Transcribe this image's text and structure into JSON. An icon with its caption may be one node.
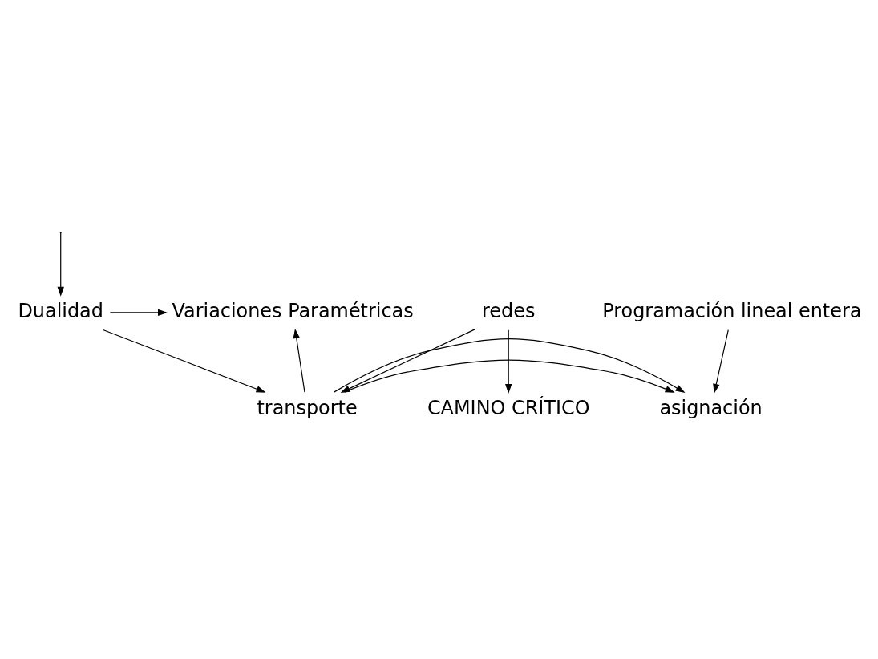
{
  "diagram": {
    "nodes": [
      {
        "text": [
          "Dualidad"
        ]
      },
      {
        "text": [
          "Variaciones Paramétricas"
        ]
      },
      {
        "text": [
          "transporte"
        ]
      },
      {
        "text": [
          "asignación"
        ]
      },
      {
        "text": [
          "redes"
        ]
      },
      {
        "text": [
          "Programación lineal entera"
        ]
      },
      {
        "text": [
          "CAMINO CRÍTICO"
        ]
      }
    ],
    "edges": [
      {
        "from": 0,
        "to": 1,
        "arrow": "to"
      },
      {
        "from": 0,
        "to": 2,
        "arrow": "to"
      },
      {
        "from": 2,
        "to": 1,
        "arrow": "to"
      },
      {
        "from": 2,
        "to": 3,
        "arrow": "to"
      },
      {
        "from": 2,
        "to": 3,
        "arrow": "to"
      },
      {
        "from": null,
        "to": 0,
        "arrow": "to"
      },
      {
        "from": 4,
        "to": 2,
        "arrow": "to"
      },
      {
        "from": 4,
        "to": 6,
        "arrow": "to"
      },
      {
        "from": 5,
        "to": 3,
        "arrow": "to"
      }
    ]
  }
}
